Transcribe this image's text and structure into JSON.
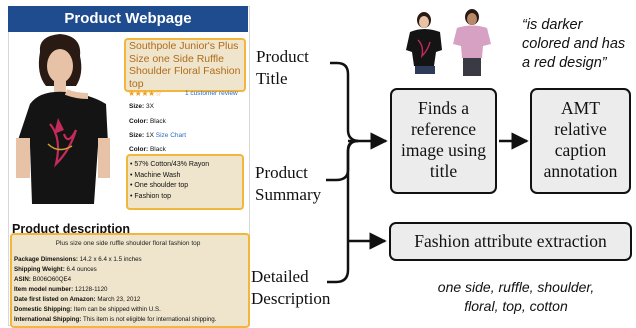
{
  "product_page": {
    "header": "Product Webpage",
    "title": "Southpole Junior's Plus Size one Side Ruffle Shoulder Floral Fashion top",
    "stars": "★★★★☆",
    "reviews": "1 customer review",
    "size_3x_label": "Size:",
    "size_3x_value": "3X",
    "color_label_1": "Color:",
    "color_value_1": "Black",
    "size_1x_label": "Size:",
    "size_1x_value": "1X",
    "size_chart": "Size Chart",
    "color_label_2": "Color:",
    "color_value_2": "Black",
    "summary": [
      "57% Cotton/43% Rayon",
      "Machine Wash",
      "One shoulder top",
      "Fashion top"
    ],
    "description_heading": "Product description",
    "description_tagline": "Plus size one side ruffle shoulder floral fashion top",
    "details": [
      {
        "label": "Package Dimensions:",
        "value": "14.2 x 6.4 x 1.5 inches"
      },
      {
        "label": "Shipping Weight:",
        "value": "6.4 ounces"
      },
      {
        "label": "ASIN:",
        "value": "B006O60QE4"
      },
      {
        "label": "Item model number:",
        "value": "12128-1120"
      },
      {
        "label": "Date first listed on Amazon:",
        "value": "March 23, 2012"
      },
      {
        "label": "Domestic Shipping:",
        "value": "Item can be shipped within U.S."
      },
      {
        "label": "International Shipping:",
        "value": "This item is not eligible for international shipping."
      }
    ]
  },
  "labels": {
    "title_line1": "Product",
    "title_line2": "Title",
    "summary_line1": "Product",
    "summary_line2": "Summary",
    "detailed_line1": "Detailed",
    "detailed_line2": "Description"
  },
  "flow": {
    "find_lines": [
      "Finds a",
      "reference",
      "image using",
      "title"
    ],
    "amt_lines": [
      "AMT",
      "relative",
      "caption",
      "annotation"
    ],
    "fashion": "Fashion attribute extraction"
  },
  "caption_quote_lines": [
    "“is darker",
    "colored and has",
    "a red design”"
  ],
  "attributes_line1": "one side, ruffle, shoulder,",
  "attributes_line2": "floral, top, cotton",
  "colors": {
    "header_blue": "#1e4c8f",
    "highlight_border": "#f2b63c",
    "highlight_fill": "#efe4cc",
    "title_text": "#b06c19",
    "box_fill": "#ececec"
  }
}
